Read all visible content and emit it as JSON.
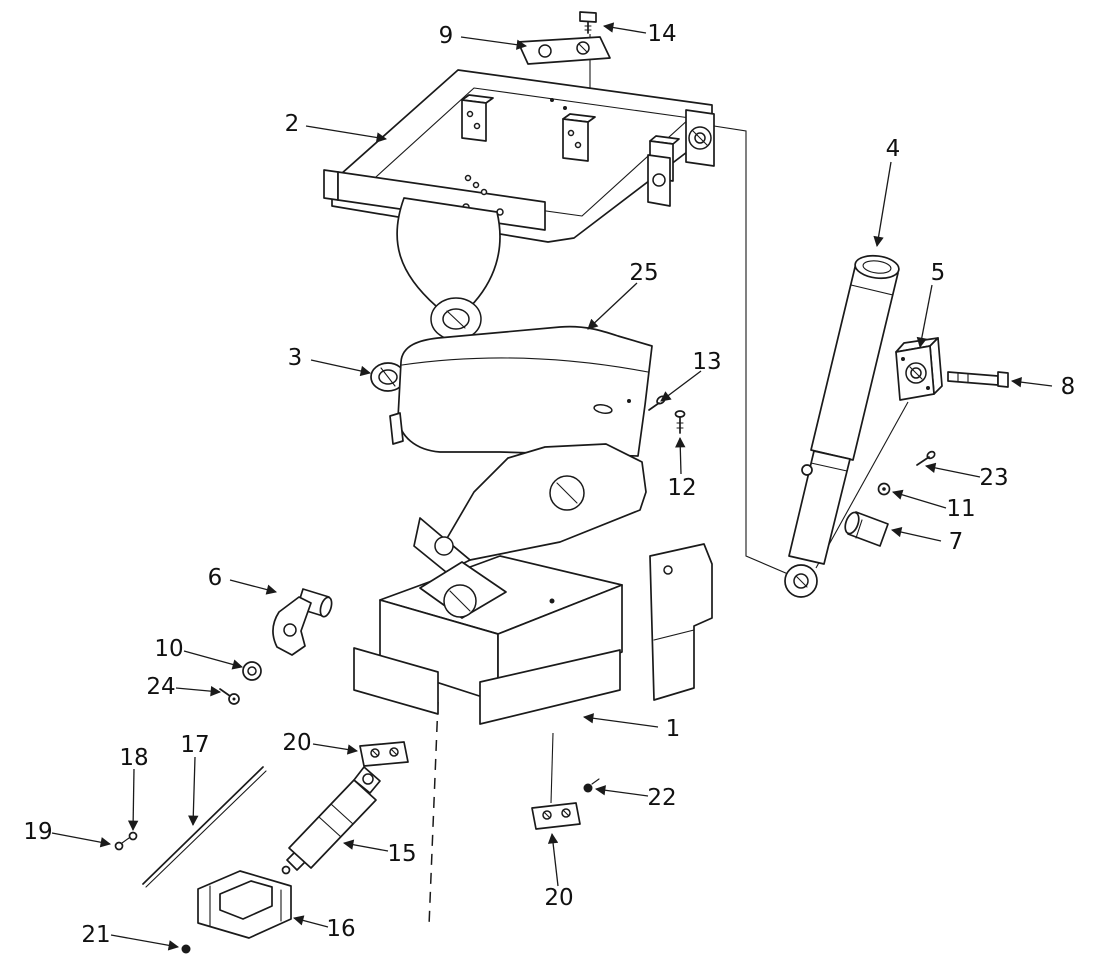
{
  "figure": {
    "kind": "exploded-parts-diagram",
    "colors": {
      "background": "#ffffff",
      "line": "#1a1a1a",
      "label_text": "#111111"
    }
  },
  "callouts": {
    "c1": {
      "label": "1"
    },
    "c2": {
      "label": "2"
    },
    "c3": {
      "label": "3"
    },
    "c4": {
      "label": "4"
    },
    "c5": {
      "label": "5"
    },
    "c6": {
      "label": "6"
    },
    "c7": {
      "label": "7"
    },
    "c8": {
      "label": "8"
    },
    "c9": {
      "label": "9"
    },
    "c10": {
      "label": "10"
    },
    "c11": {
      "label": "11"
    },
    "c12": {
      "label": "12"
    },
    "c13": {
      "label": "13"
    },
    "c14": {
      "label": "14"
    },
    "c15": {
      "label": "15"
    },
    "c16": {
      "label": "16"
    },
    "c17": {
      "label": "17"
    },
    "c18": {
      "label": "18"
    },
    "c19": {
      "label": "19"
    },
    "c20a": {
      "label": "20"
    },
    "c20b": {
      "label": "20"
    },
    "c21": {
      "label": "21"
    },
    "c22": {
      "label": "22"
    },
    "c23": {
      "label": "23"
    },
    "c24": {
      "label": "24"
    },
    "c25": {
      "label": "25"
    }
  }
}
